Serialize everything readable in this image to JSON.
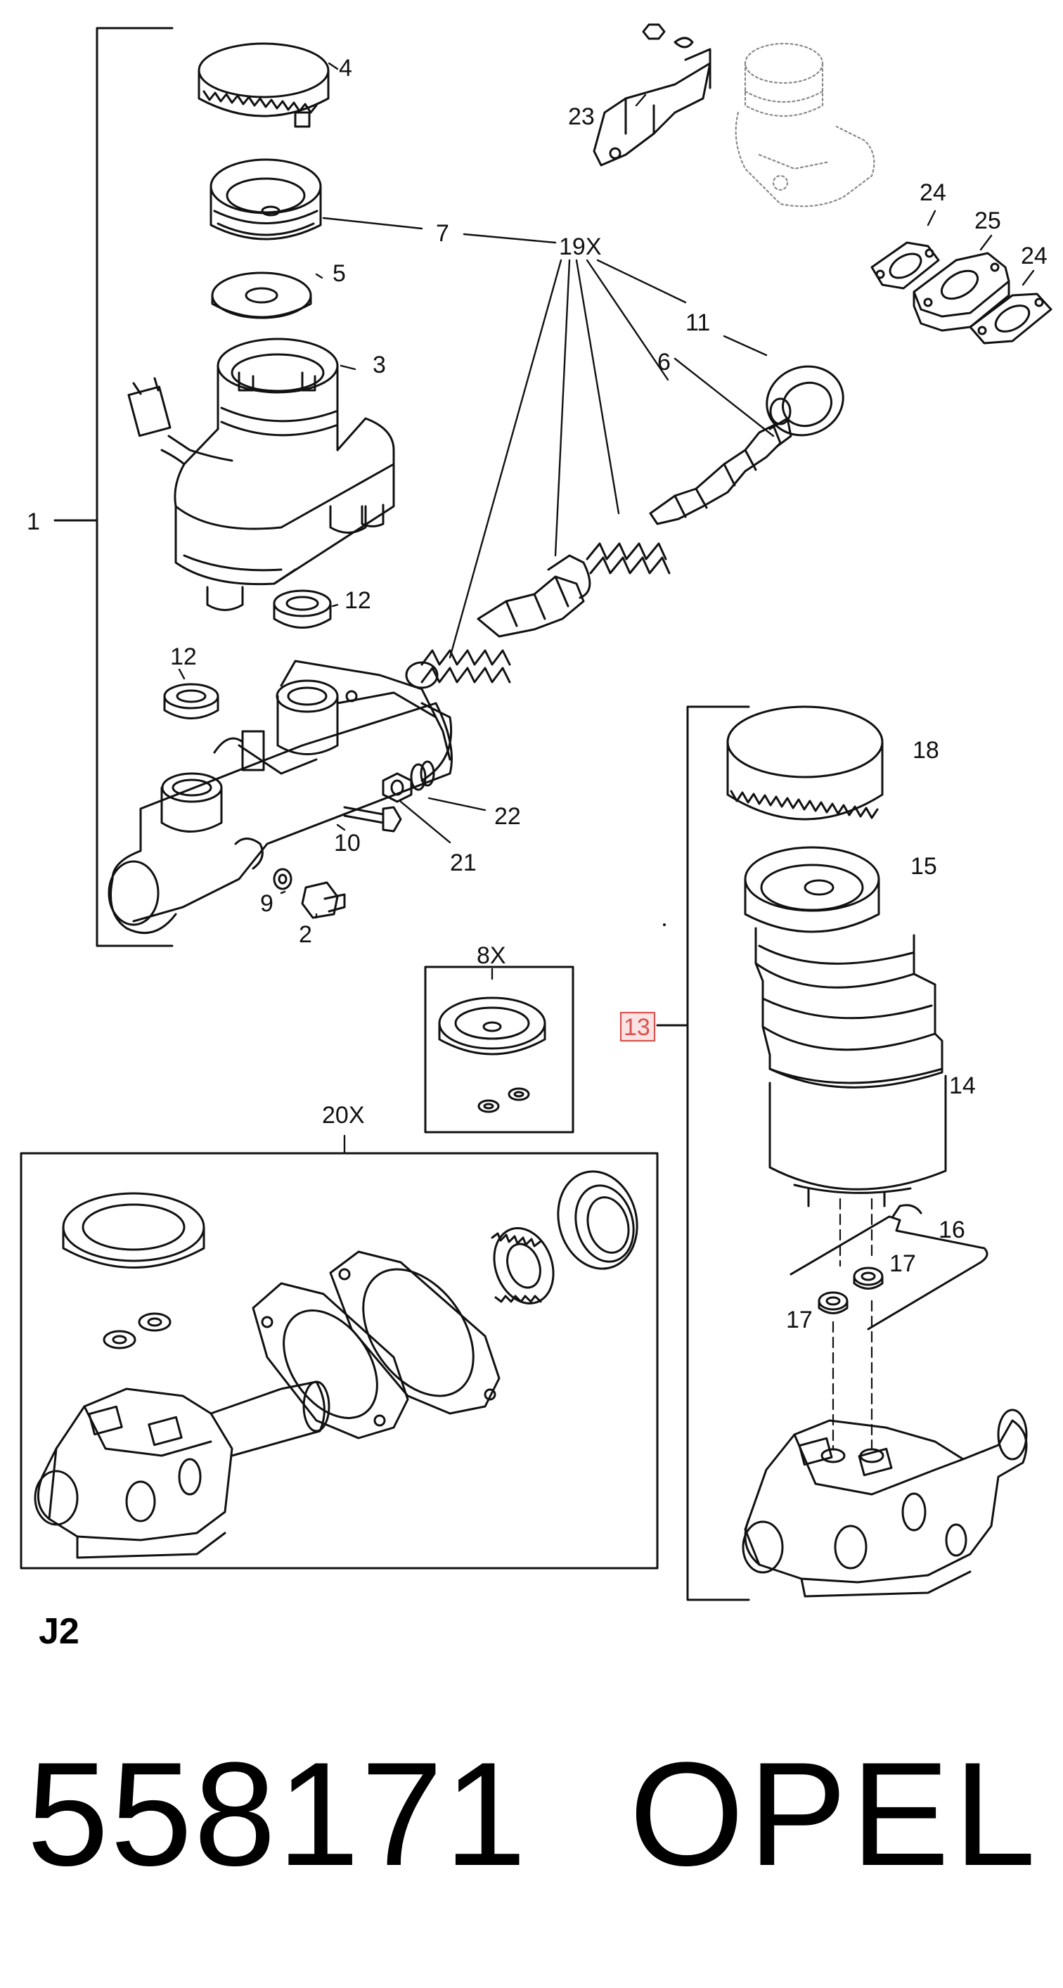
{
  "callouts": {
    "c1": "1",
    "c2": "2",
    "c3": "3",
    "c4": "4",
    "c5": "5",
    "c6": "6",
    "c7": "7",
    "c8x": "8X",
    "c9": "9",
    "c10": "10",
    "c11": "11",
    "c12a": "12",
    "c12b": "12",
    "c13": "13",
    "c14": "14",
    "c15": "15",
    "c16": "16",
    "c17a": "17",
    "c17b": "17",
    "c18": "18",
    "c19x": "19X",
    "c20x": "20X",
    "c21": "21",
    "c22": "22",
    "c23": "23",
    "c24a": "24",
    "c24b": "24",
    "c25": "25"
  },
  "highlight": {
    "callout": "13",
    "color": "#d9534f",
    "fill": "#fbe3e3"
  },
  "section_label": "J2",
  "part_number": "558171",
  "brand": "OPEL",
  "colors": {
    "ink": "#111111",
    "background": "#ffffff",
    "ghost": "#8a8a8a"
  }
}
